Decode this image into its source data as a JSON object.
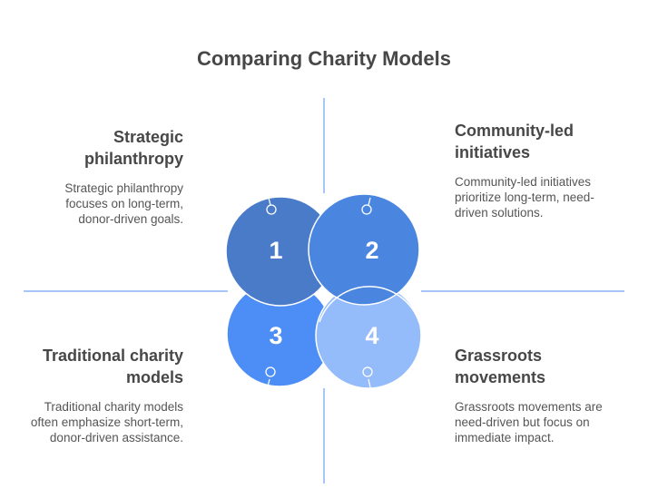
{
  "title": "Comparing Charity Models",
  "colors": {
    "circle1": "#4a7bc8",
    "circle2": "#4a86e0",
    "circle3": "#4c8ef5",
    "circle4": "#94bbfa",
    "divider": "#a7c6f7",
    "heading": "#474747",
    "body": "#555555"
  },
  "items": [
    {
      "number": "1",
      "heading": "Strategic philanthropy",
      "heading_lines": [
        "Strategic",
        "philanthropy"
      ],
      "description": "Strategic philanthropy focuses on long-term, donor-driven goals.",
      "position": "top-left"
    },
    {
      "number": "2",
      "heading": "Community-led initiatives",
      "heading_lines": [
        "Community-led",
        "initiatives"
      ],
      "description": "Community-led initiatives prioritize long-term, need-driven solutions.",
      "position": "top-right"
    },
    {
      "number": "3",
      "heading": "Traditional charity models",
      "heading_lines": [
        "Traditional charity",
        "models"
      ],
      "description": "Traditional charity models often emphasize short-term, donor-driven assistance.",
      "position": "bottom-left"
    },
    {
      "number": "4",
      "heading": "Grassroots movements",
      "heading_lines": [
        "Grassroots",
        "movements"
      ],
      "description": "Grassroots movements are need-driven but focus on immediate impact.",
      "position": "bottom-right"
    }
  ]
}
